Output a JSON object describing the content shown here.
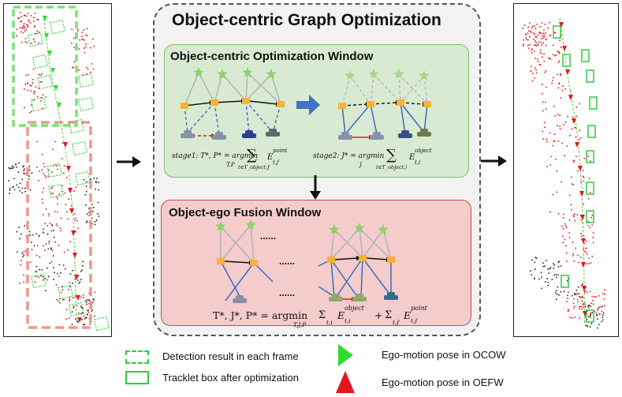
{
  "main": {
    "title": "Object-centric Graph Optimization",
    "ocow": {
      "title": "Object-centric Optimization Window",
      "stage1": "stage1: T*, P* = argmin",
      "stage1_sub": "T,P",
      "stage1_sum_sub": "t∈T_object,f",
      "stage1_term": "E",
      "stage1_term_sup": "point",
      "stage1_term_sub": "t,f",
      "stage2": "stage2: J* = argmin",
      "stage2_sub": "J",
      "stage2_sum_sub": "t∈T_object,i",
      "stage2_term": "E",
      "stage2_term_sup": "object",
      "stage2_term_sub": "t,i"
    },
    "oefw": {
      "title": "Object-ego Fusion Window",
      "dots": "......",
      "formula": "T*, J*, P* = argmin",
      "formula_sub": "T,J,P",
      "sum1": "Σ",
      "sum1_sub": "t,i",
      "term1": "E",
      "term1_sup": "object",
      "term1_sub": "t,i",
      "plus": "+",
      "sum2": "Σ",
      "sum2_sub": "t,f",
      "term2": "E",
      "term2_sup": "point",
      "term2_sub": "t,f"
    }
  },
  "legend": {
    "dashed_box": "Detection result in each frame",
    "solid_box": "Tracklet box after optimization",
    "green_pose": "Ego-motion pose in OCOW",
    "red_pose": "Ego-motion pose in OEFW"
  },
  "colors": {
    "green_window_bg": "#d9ead3",
    "red_window_bg": "#f4cccc",
    "main_bg": "#f2f2f2",
    "pose_orange": "#f9b233",
    "landmark_green": "#8fd16a",
    "edge_blue": "#3a6bc4",
    "edge_gray": "#b8b8b8",
    "box_green": "#2ecc40",
    "marker_red": "#e3171b"
  }
}
